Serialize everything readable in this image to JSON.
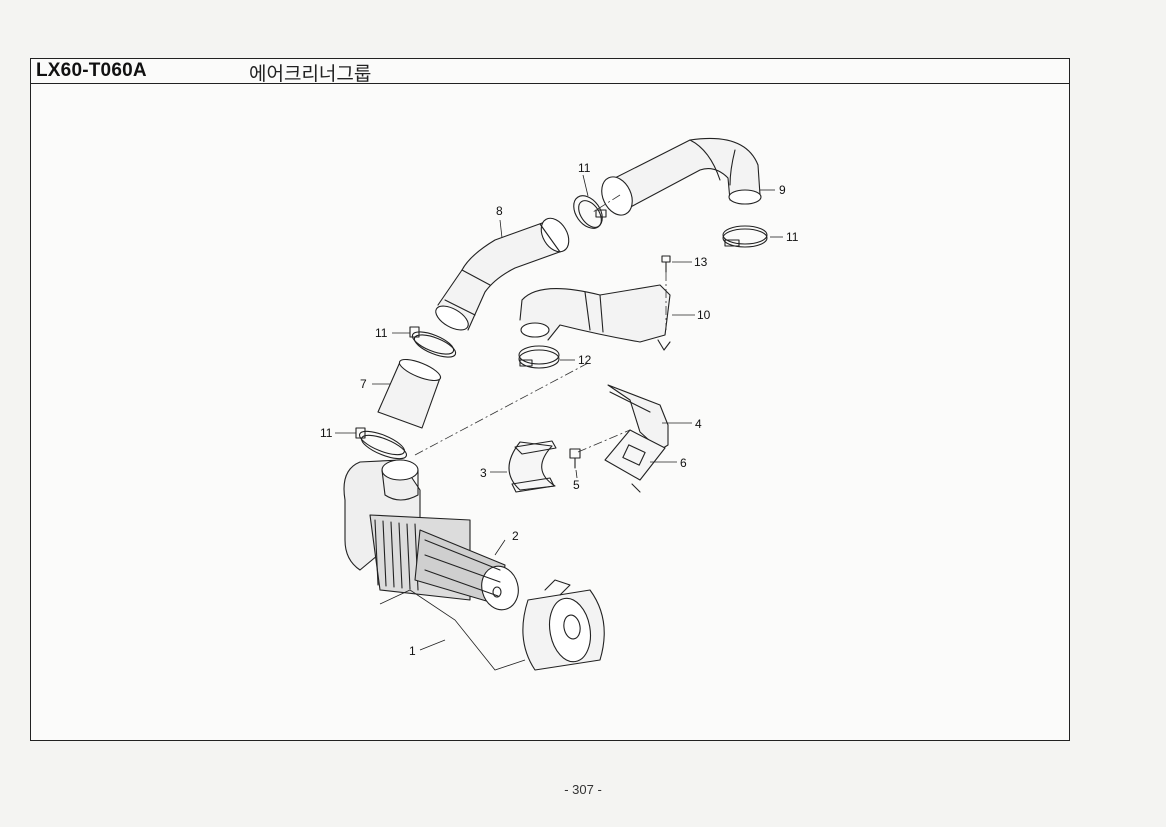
{
  "header": {
    "code": "LX60-T060A",
    "group_name": "에어크리너그룹"
  },
  "footer": {
    "page_number": "- 307 -"
  },
  "callouts": [
    "1",
    "2",
    "3",
    "4",
    "5",
    "6",
    "7",
    "8",
    "9",
    "10",
    "11",
    "11",
    "11",
    "11",
    "12",
    "13"
  ]
}
